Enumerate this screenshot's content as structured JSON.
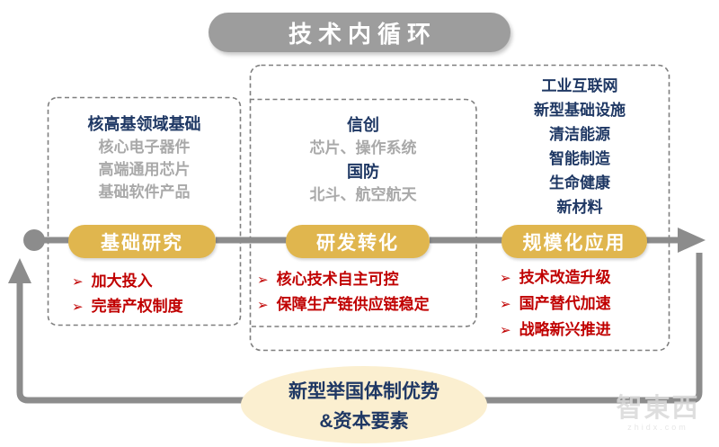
{
  "title": "技术内循环",
  "boxes": {
    "left": {
      "heading": "核高基领域基础",
      "items": [
        "核心电子器件",
        "高端通用芯片",
        "基础软件产品"
      ]
    },
    "middle": {
      "groups": [
        {
          "heading": "信创",
          "item": "芯片、操作系统"
        },
        {
          "heading": "国防",
          "item": "北斗、航空航天"
        }
      ]
    },
    "right": {
      "items": [
        "工业互联网",
        "新型基础设施",
        "清洁能源",
        "智能制造",
        "生命健康",
        "新材料"
      ]
    }
  },
  "stages": [
    {
      "label": "基础研究",
      "measures": [
        "加大投入",
        "完善产权制度"
      ]
    },
    {
      "label": "研发转化",
      "measures": [
        "核心技术自主可控",
        "保障生产链供应链稳定"
      ]
    },
    {
      "label": "规模化应用",
      "measures": [
        "技术改造升级",
        "国产替代加速",
        "战略新兴推进"
      ]
    }
  ],
  "bullet_glyph": "➢",
  "bottom_ellipse": {
    "line1": "新型举国体制优势",
    "line2": "&资本要素"
  },
  "watermark": {
    "logo": "智東西",
    "domain": "zhidx.com"
  },
  "colors": {
    "navy": "#1F3864",
    "gray_text": "#A9A9A9",
    "red": "#C00000",
    "gold": "#E0B64E",
    "cream": "#FBEFD0",
    "line_gray": "#8C8C8C",
    "pill_gray": "#9D9D9D",
    "dash_gray": "#7F7F7F"
  }
}
